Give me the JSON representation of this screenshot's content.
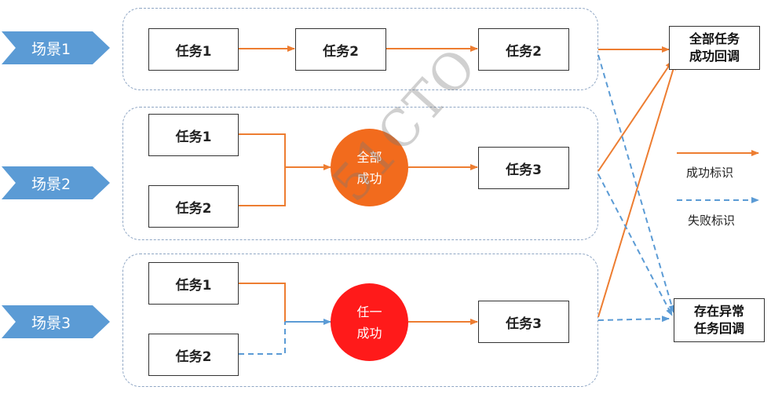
{
  "colors": {
    "success": "#ed7d31",
    "failure": "#5b9bd5",
    "scene_arrow": "#5b9bd5",
    "all_success_circle": "#f26b1d",
    "any_success_circle": "#ff1a1a"
  },
  "scenes": [
    {
      "label": "场景1",
      "tasks": [
        "任务1",
        "任务2",
        "任务2"
      ]
    },
    {
      "label": "场景2",
      "tasks": [
        "任务1",
        "任务2",
        "任务3"
      ],
      "gate": [
        "全部",
        "成功"
      ]
    },
    {
      "label": "场景3",
      "tasks": [
        "任务1",
        "任务2",
        "任务3"
      ],
      "gate": [
        "任一",
        "成功"
      ]
    }
  ],
  "results": {
    "all_success": [
      "全部任务",
      "成功回调"
    ],
    "has_exception": [
      "存在异常",
      "任务回调"
    ]
  },
  "legend": {
    "success": "成功标识",
    "failure": "失败标识"
  },
  "watermark": "51CTO"
}
